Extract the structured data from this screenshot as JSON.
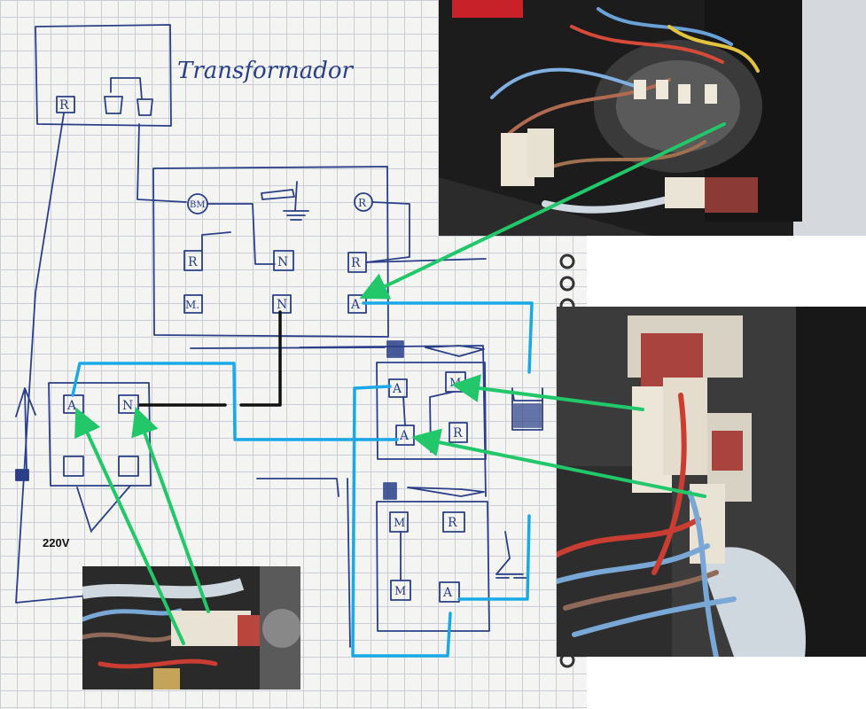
{
  "diagram": {
    "transformer_label": "Transformador",
    "voltage_label": "220V",
    "terminal_labels": {
      "transformer_r": "R",
      "switch_bm": "BM",
      "switch_r_top": "R",
      "switch_r": "R",
      "switch_n_top": "N",
      "switch_r_mid": "R",
      "switch_m": "M.",
      "switch_n": "N",
      "switch_a": "A",
      "power_a": "A",
      "power_n": "N",
      "relay1_a_top": "A",
      "relay1_m": "M",
      "relay1_a": "A",
      "relay1_r": "R",
      "relay2_m": "M",
      "relay2_r": "R",
      "relay2_m_low": "M",
      "relay2_a": "A"
    }
  },
  "colors": {
    "ink": "#2a3f87",
    "cyan_wire": "#1aa9e6",
    "black_wire": "#111111",
    "arrow_green": "#22c76a",
    "paper": "#f4f4f2",
    "grid": "#c9ced6"
  }
}
